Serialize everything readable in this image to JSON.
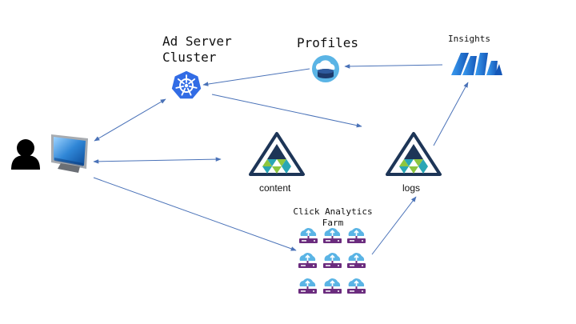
{
  "labels": {
    "ad_server": "Ad Server Cluster",
    "profiles": "Profiles",
    "insights": "Insights",
    "content": "content",
    "logs": "logs",
    "click_farm": "Click Analytics Farm"
  },
  "icons": {
    "user": "person-icon",
    "computer": "monitor-icon",
    "ad_server": "kubernetes-icon",
    "profiles": "cloud-database-icon",
    "insights": "insights-logo-icon",
    "content": "triangle-storage-icon",
    "logs": "triangle-storage-icon",
    "farm_server": "cloud-server-icon"
  },
  "colors": {
    "arrow": "#4a72b8",
    "kube_blue": "#326ce5",
    "triangle_navy": "#1d3557",
    "triangle_green": "#8dc63f",
    "triangle_teal": "#2aa6b5",
    "cloud_blue": "#5ab4e5",
    "server_purple": "#6b2c7e",
    "insights_blue": "#1c7fd4"
  }
}
